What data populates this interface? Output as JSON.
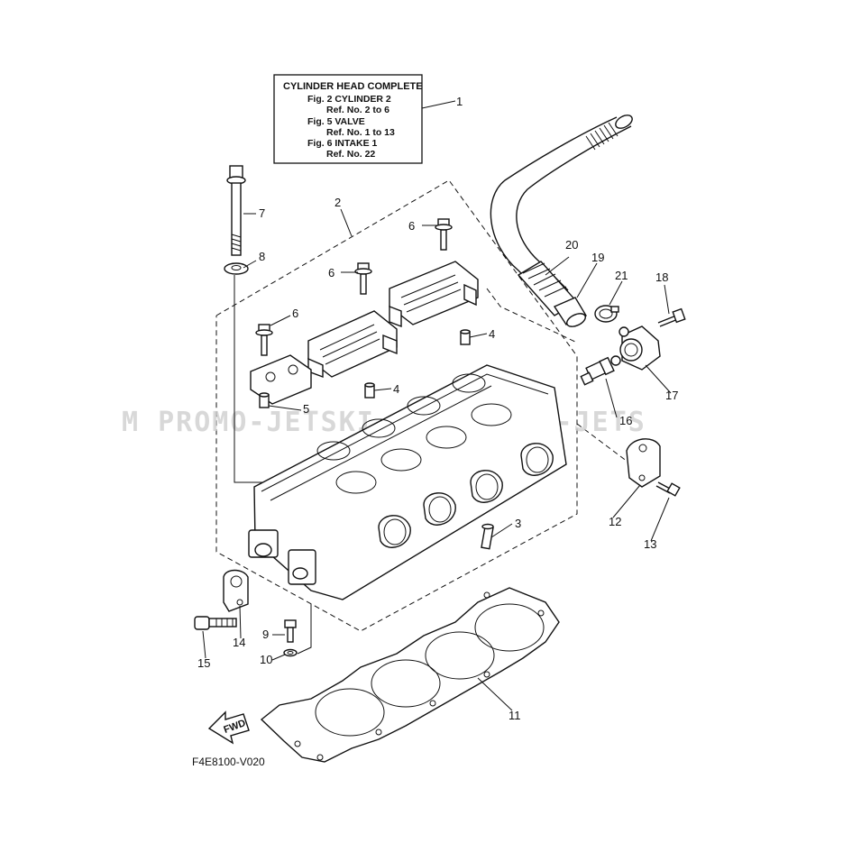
{
  "legend": {
    "title": "CYLINDER HEAD COMPLETE",
    "lines": [
      "Fig.  2 CYLINDER 2",
      "Ref. No. 2 to 6",
      "Fig.  5 VALVE",
      "Ref. No. 1 to 13",
      "Fig.  6 INTAKE 1",
      "Ref. No. 22"
    ]
  },
  "callouts": [
    "1",
    "2",
    "3",
    "4",
    "5",
    "6",
    "7",
    "8",
    "9",
    "10",
    "11",
    "12",
    "13",
    "14",
    "15",
    "16",
    "17",
    "18",
    "19",
    "20",
    "21"
  ],
  "watermark": "M PROMO-JETSKI.COM PROMO-JETS",
  "fwd_label": "FWD",
  "diagram_code": "F4E8100-V020"
}
